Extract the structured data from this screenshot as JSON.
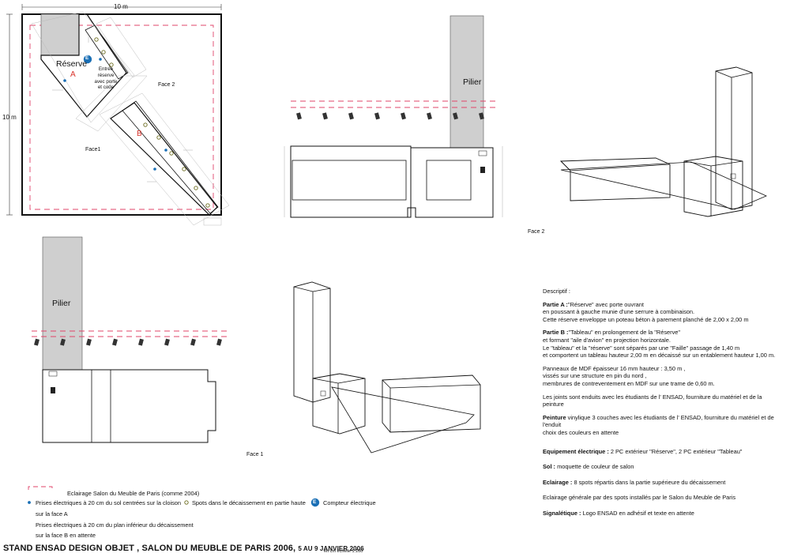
{
  "plan": {
    "width_label": "10 m",
    "height_label": "10 m",
    "reserve_label": "Réserve",
    "part_a": "A",
    "part_b": "B",
    "meter_marker": "E",
    "entry_note": [
      "Entrée",
      "réserve",
      "avec porte",
      "et code"
    ],
    "face1": "Face1",
    "face2": "Face 2"
  },
  "elevation_face2": {
    "pillar": "Pilier",
    "caption": "Face 2"
  },
  "elevation_face1": {
    "pillar": "Pilier",
    "caption": "Face 1"
  },
  "description": {
    "heading": "Descriptif :",
    "part_a_label": "Partie A :",
    "part_a_text": "\"Réserve\" avec porte ouvrant",
    "part_a_lines": [
      "en poussant à gauche munie d'une serrure à combinaison.",
      "Cette réserve enveloppe un poteau béton à parement planché de 2,00 x 2,00 m"
    ],
    "part_b_label": "Partie B :",
    "part_b_text": "\"Tableau\" en prolongement de la \"Réserve\"",
    "part_b_lines": [
      "et formant \"aile d'avion\" en projection horizontale.",
      "Le \"tableau\" et la \"réserve\" sont séparés par une \"Faille\" passage de 1,40 m",
      "et comportent un tableau hauteur 2,00 m en décaissé sur un entablement hauteur 1,00 m."
    ],
    "panels_lines": [
      "Panneaux de MDF épaisseur 16 mm hauteur : 3,50 m ,",
      "vissés sur une structure en pin du nord ,",
      "membrures de contreventement en MDF sur une trame de 0,60 m."
    ],
    "joints": "Les joints sont enduits avec les étudiants de l' ENSAD, fourniture du matériel et de la peinture",
    "paint_label": "Peinture",
    "paint_text": " vinylique 3 couches  avec les étudiants de l' ENSAD, fourniture du matériel et de l'enduit",
    "paint_line2": "choix des couleurs en attente",
    "elec_label": "Equipement électrique :",
    "elec_text": " 2 PC extérieur \"Réserve\", 2 PC extérieur \"Tableau\"",
    "floor_label": "Sol :",
    "floor_text": " moquette de couleur de salon",
    "light_label": "Eclairage :",
    "light_text": " 8 spots répartis dans la partie supérieure du décaissement",
    "light_general": "Eclairage générale par des spots installés par le Salon du Meuble de Paris",
    "sign_label": "Signalétique :",
    "sign_text": " Logo ENSAD en adhésif et texte en attente"
  },
  "legend": {
    "salon_lighting": "Eclairage Salon du Meuble de Paris (comme 2004)",
    "outlets_a": "Prises électriques à 20 cm du sol centrées sur la cloison",
    "outlets_a2": "sur la face A",
    "outlets_b": "Prises électriques à 20 cm du plan inférieur du décaissement",
    "outlets_b2": "sur la face B en attente",
    "spots": "Spots dans le décaissement en partie haute",
    "meter": "Compteur électrique",
    "meter_marker": "E"
  },
  "footer": {
    "title": "STAND ENSAD DESIGN OBJET , SALON DU MEUBLE DE PARIS 2006,",
    "dates": "5 AU 9 JANVIER 2006",
    "scale": "en cm échelle 1:100"
  },
  "colors": {
    "dashed_red": "#e0446a",
    "pillar_grey": "#cfcfcf",
    "blue": "#1a6fb5",
    "part_label_red": "#d9332b"
  }
}
